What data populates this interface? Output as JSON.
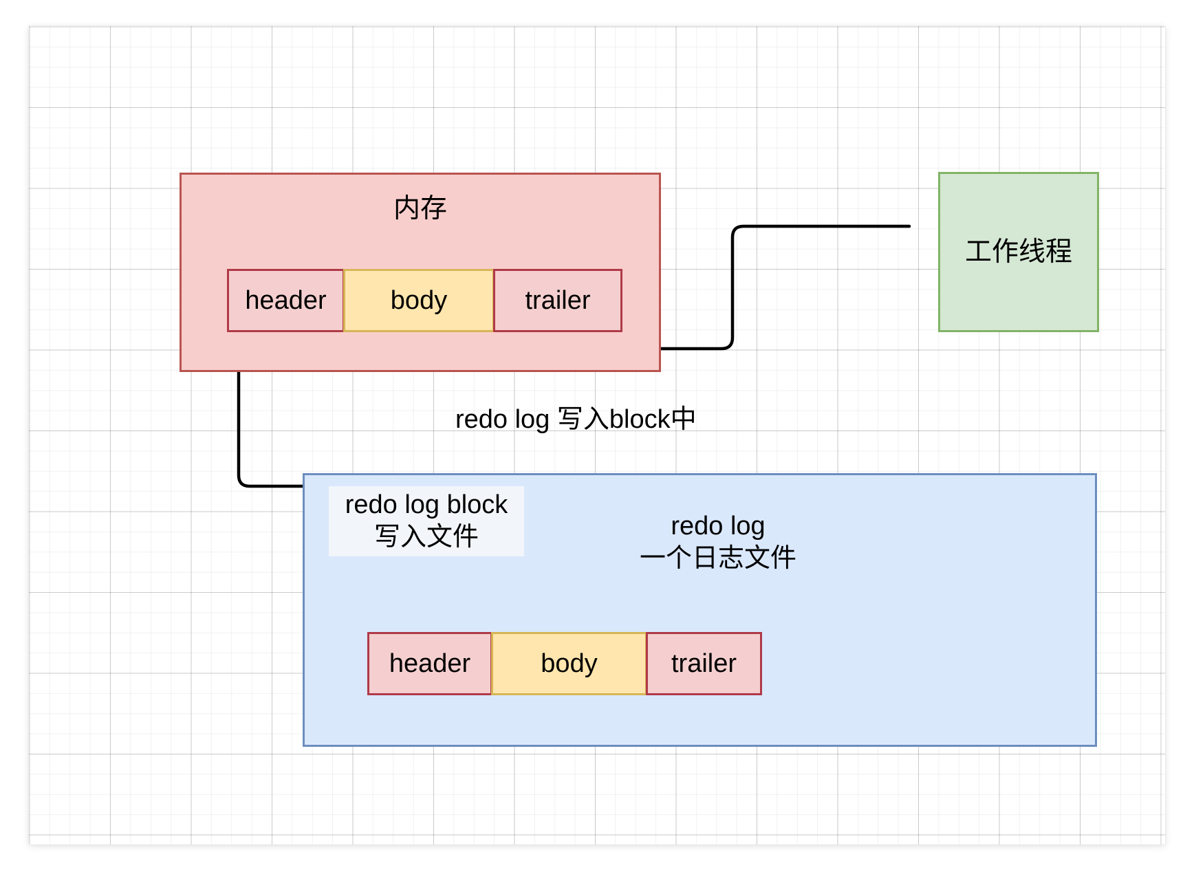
{
  "diagram": {
    "title": "redo log block write flow",
    "colors": {
      "memory_fill": "#f8cecc",
      "memory_stroke": "#b85450",
      "worker_fill": "#d5e8d4",
      "worker_stroke": "#82b366",
      "logfile_fill": "#dae8fc",
      "logfile_stroke": "#6c8ebf",
      "segment_pink_fill": "#f5cfcf",
      "segment_pink_stroke": "#b03a48",
      "segment_yellow_fill": "#ffe6ae",
      "segment_yellow_stroke": "#d6b656",
      "connector": "#000000",
      "canvas": "#ffffff"
    },
    "memory": {
      "title": "内存",
      "block": {
        "header": "header",
        "body": "body",
        "trailer": "trailer"
      }
    },
    "worker": {
      "title": "工作线程"
    },
    "logfile": {
      "caption_line1": "redo log",
      "caption_line2": "一个日志文件",
      "caption": "redo log\n一个日志文件",
      "block": {
        "header": "header",
        "body": "body",
        "trailer": "trailer"
      }
    },
    "connectors": {
      "write_to_block_label": "redo log 写入block中",
      "write_to_file_label_line1": "redo log block",
      "write_to_file_label_line2": "写入文件",
      "write_to_file_label": "redo log block\n写入文件"
    }
  }
}
